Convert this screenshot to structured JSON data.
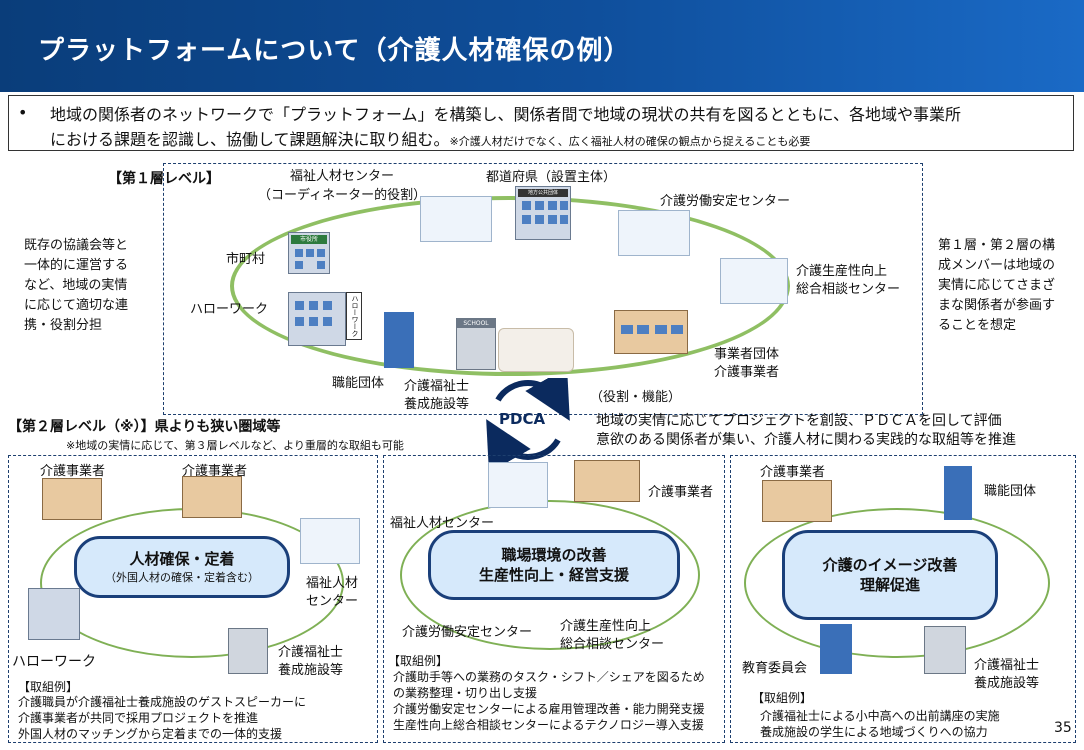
{
  "header": {
    "title": "プラットフォームについて（介護人材確保の例）"
  },
  "summary": {
    "bullet": "•",
    "line1": "地域の関係者のネットワークで「プラットフォーム」を構築し、関係者間で地域の現状の共有を図るとともに、各地域や事業所",
    "line2": "における課題を認識し、協働して課題解決に取り組む。",
    "line2_note": "※介護人材だけでなく、広く福祉人材の確保の観点から捉えることも必要"
  },
  "level1": {
    "title": "【第１層レベル】",
    "left_note": [
      "既存の協議会等と",
      "一体的に運営する",
      "など、地域の実情",
      "に応じて適切な連",
      "携・役割分担"
    ],
    "right_note": [
      "第１層・第２層の構",
      "成メンバーは地域の",
      "実情に応じてさまざ",
      "まな関係者が参画す",
      "ることを想定"
    ],
    "nodes": {
      "fukushi_center": "福祉人材センター",
      "coordinator": "（コーディネーター的役割）",
      "prefecture": "都道府県（設置主体）",
      "kaigo_rodo": "介護労働安定センター",
      "seisansei_1": "介護生産性向上",
      "seisansei_2": "総合相談センター",
      "shichoson": "市町村",
      "hellowork": "ハローワーク",
      "jigyosha_dantai": "事業者団体",
      "jigyosha": "介護事業者",
      "shokuno": "職能団体",
      "yosei_1": "介護福祉士",
      "yosei_2": "養成施設等"
    },
    "role_label": "（役割・機能）",
    "role_desc_1": "地域の実情に応じてプロジェクトを創設、ＰＤＣＡを回して評価",
    "role_desc_2": "意欲のある関係者が集い、介護人材に関わる実践的な取組等を推進",
    "sign_shiyakusho": "市役所",
    "sign_chiho": "地方公共団体",
    "sign_hellowork": "ハローワーク",
    "sign_school": "SCHOOL"
  },
  "pdca": "PDCA",
  "level2": {
    "title": "【第２層レベル（※）】県よりも狭い圏域等",
    "note": "※地域の実情に応じて、第３層レベルなど、より重層的な取組も可能",
    "box1": {
      "jigyosha_a": "介護事業者",
      "jigyosha_b": "介護事業者",
      "pill_title": "人材確保・定着",
      "pill_sub": "（外国人材の確保・定着含む）",
      "center_1": "福祉人材",
      "center_2": "センター",
      "hellowork": "ハローワーク",
      "yosei_1": "介護福祉士",
      "yosei_2": "養成施設等",
      "examples_title": "【取組例】",
      "examples": [
        "介護職員が介護福祉士養成施設のゲストスピーカーに",
        "介護事業者が共同で採用プロジェクトを推進",
        "外国人材のマッチングから定着までの一体的支援"
      ]
    },
    "box2": {
      "center": "福祉人材センター",
      "jigyosha": "介護事業者",
      "pill_title_1": "職場環境の改善",
      "pill_title_2": "生産性向上・経営支援",
      "kaigo_rodo": "介護労働安定センター",
      "seisansei_1": "介護生産性向上",
      "seisansei_2": "総合相談センター",
      "examples_title": "【取組例】",
      "examples": [
        "介護助手等への業務のタスク・シフト／シェアを図るため",
        "の業務整理・切り出し支援",
        "介護労働安定センターによる雇用管理改善・能力開発支援",
        "生産性向上総合相談センターによるテクノロジー導入支援"
      ]
    },
    "box3": {
      "jigyosha": "介護事業者",
      "shokuno": "職能団体",
      "pill_title_1": "介護のイメージ改善",
      "pill_title_2": "理解促進",
      "kyoiku": "教育委員会",
      "yosei_1": "介護福祉士",
      "yosei_2": "養成施設等",
      "examples_title": "【取組例】",
      "examples": [
        "介護福祉士による小中高への出前講座の実施",
        "養成施設の学生による地域づくりへの協力"
      ]
    }
  },
  "page_number": "35",
  "colors": {
    "header": "#0f4f9c",
    "oval": "#8fbf63",
    "pill_fill": "#d6e9fb",
    "pill_border": "#1a3f7a",
    "pdca": "#0b2a5e"
  }
}
